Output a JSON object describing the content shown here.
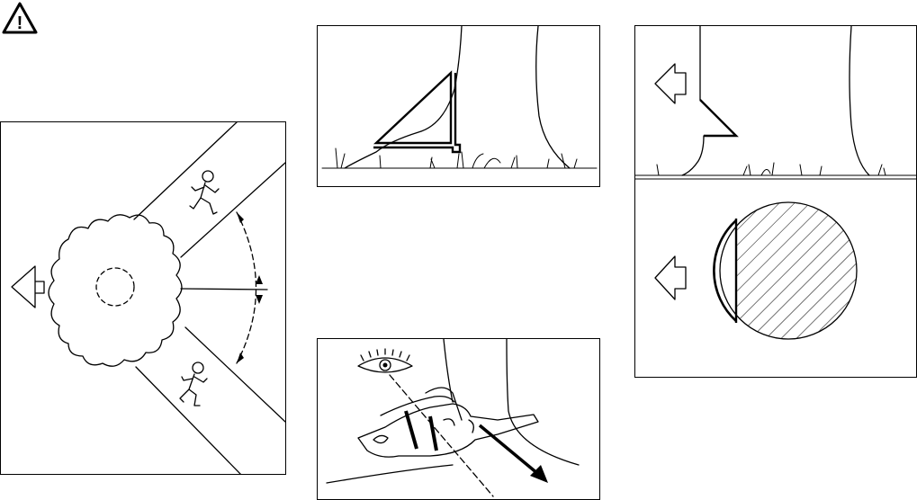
{
  "warning": {
    "icon": "warning-triangle-icon",
    "symbol": "!"
  },
  "figures": {
    "felling_zone": {
      "icons": [
        "tree-crown",
        "arrow-left-icon",
        "running-person-icon",
        "running-person-icon"
      ]
    },
    "undercut": {
      "icons": [
        "tree-trunk",
        "undercut-notch"
      ]
    },
    "sighting": {
      "icons": [
        "eye-icon",
        "chainsaw-icon",
        "arrow-down-right-icon"
      ]
    },
    "fall_direction": {
      "icons": [
        "arrow-left-icon",
        "arrow-left-icon",
        "hatched-stump-icon"
      ]
    }
  },
  "colors": {
    "ink": "#000000",
    "paper": "#ffffff"
  }
}
